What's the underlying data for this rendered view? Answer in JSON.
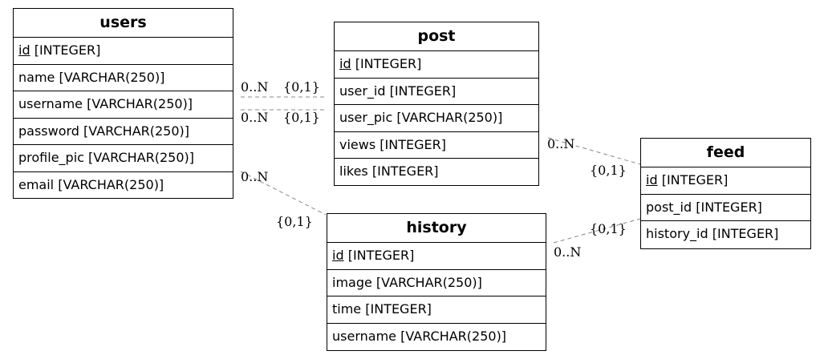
{
  "entities": {
    "users": {
      "title": "users",
      "fields": [
        {
          "name": "id",
          "type": " [INTEGER]"
        },
        {
          "name": "name",
          "type": " [VARCHAR(250)]"
        },
        {
          "name": "username",
          "type": " [VARCHAR(250)]"
        },
        {
          "name": "password",
          "type": " [VARCHAR(250)]"
        },
        {
          "name": "profile_pic",
          "type": " [VARCHAR(250)]"
        },
        {
          "name": "email",
          "type": " [VARCHAR(250)]"
        }
      ]
    },
    "post": {
      "title": "post",
      "fields": [
        {
          "name": "id",
          "type": " [INTEGER]"
        },
        {
          "name": "user_id",
          "type": " [INTEGER]"
        },
        {
          "name": "user_pic",
          "type": " [VARCHAR(250)]"
        },
        {
          "name": "views",
          "type": " [INTEGER]"
        },
        {
          "name": "likes",
          "type": " [INTEGER]"
        }
      ]
    },
    "feed": {
      "title": "feed",
      "fields": [
        {
          "name": "id",
          "type": " [INTEGER]"
        },
        {
          "name": "post_id",
          "type": " [INTEGER]"
        },
        {
          "name": "history_id",
          "type": " [INTEGER]"
        }
      ]
    },
    "history": {
      "title": "history",
      "fields": [
        {
          "name": "id",
          "type": " [INTEGER]"
        },
        {
          "name": "image",
          "type": " [VARCHAR(250)]"
        },
        {
          "name": "time",
          "type": " [INTEGER]"
        },
        {
          "name": "username",
          "type": " [VARCHAR(250)]"
        }
      ]
    }
  },
  "relationships": [
    {
      "from": "users",
      "to": "post",
      "many_label": "0..N",
      "one_label": "{0,1}"
    },
    {
      "from": "users",
      "to": "post",
      "many_label": "0..N",
      "one_label": "{0,1}"
    },
    {
      "from": "post",
      "to": "feed",
      "many_label": "0..N",
      "one_label": "{0,1}"
    },
    {
      "from": "users",
      "to": "history",
      "many_label": "0..N",
      "one_label": "{0,1}"
    },
    {
      "from": "history",
      "to": "feed",
      "many_label": "0..N",
      "one_label": "{0,1}"
    }
  ]
}
